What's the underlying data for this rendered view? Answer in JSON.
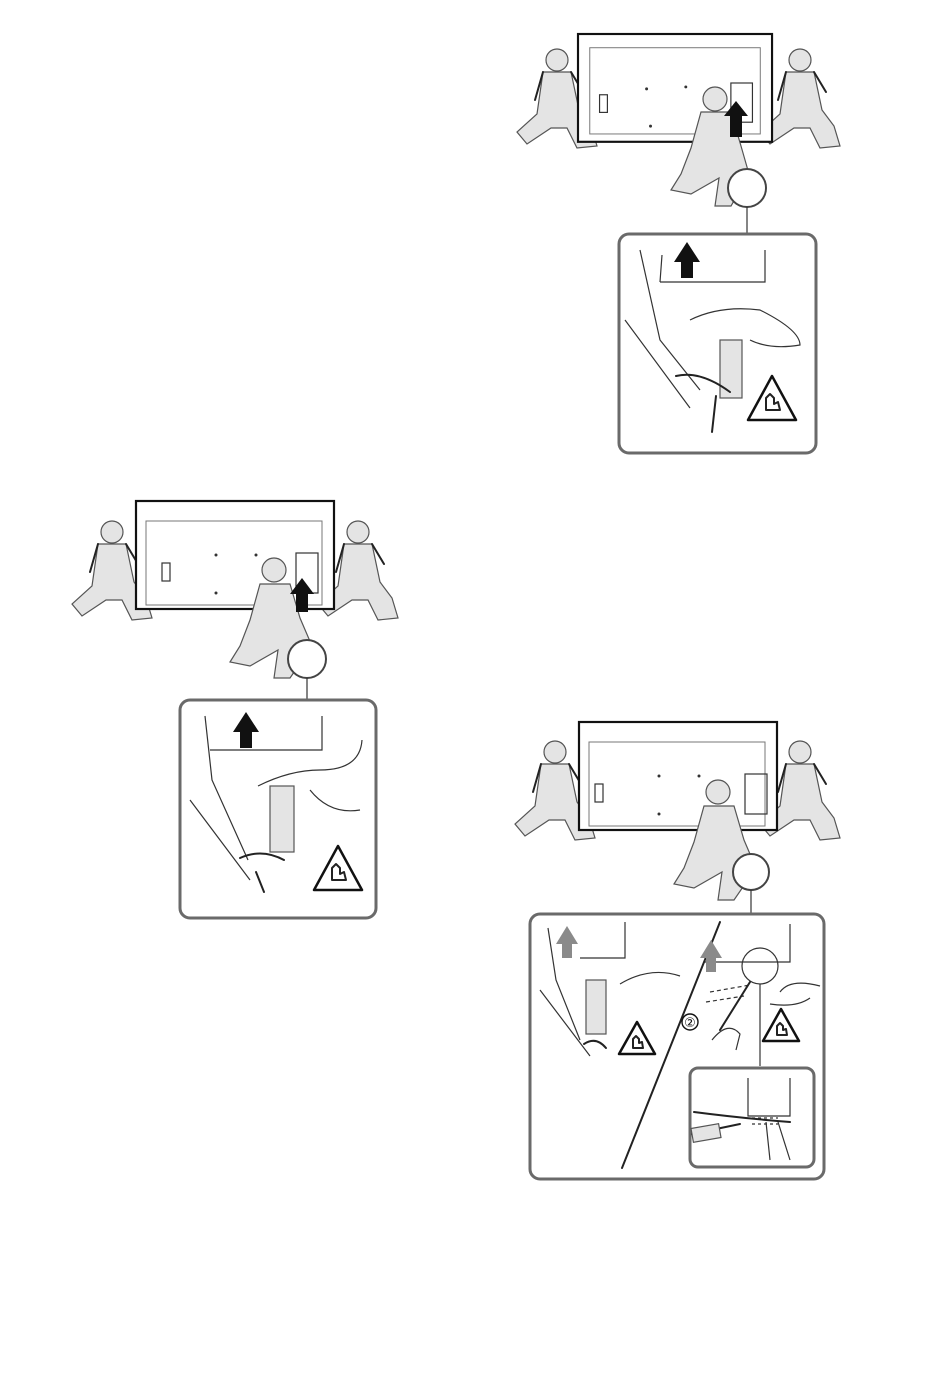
{
  "figures": [
    {
      "id": "remove-stand-top",
      "kind": "stand-removal",
      "warning_icon": "pinch-hazard-icon"
    },
    {
      "id": "remove-stand-middle",
      "kind": "stand-removal",
      "warning_icon": "pinch-hazard-icon"
    },
    {
      "id": "remove-stand-bottom",
      "kind": "stand-removal-with-screwdriver",
      "warning_icon": "pinch-hazard-icon"
    }
  ],
  "bottom_figure": {
    "step_marker": "②"
  },
  "colors": {
    "line": "#222222",
    "frame": "#6a6a6a",
    "accent_gray": "#8a8a8a"
  }
}
